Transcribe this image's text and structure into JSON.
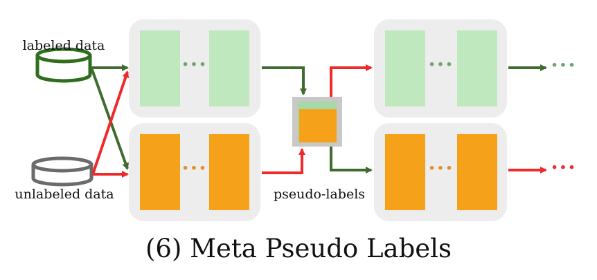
{
  "labels": {
    "labeled_data": "labeled data",
    "unlabeled_data": "unlabeled data",
    "pseudo_labels": "pseudo-labels",
    "ellipsis": "···"
  },
  "caption": "(6) Meta Pseudo Labels",
  "colors": {
    "panel": "#ededed",
    "green_block": "#bfe8bf",
    "orange_block": "#f6a11a",
    "green_arrow": "#3f6b2f",
    "red_arrow": "#ee2a2a",
    "green_dots": "#6aa86a",
    "orange_dots": "#e0902a",
    "red_dots": "#ee2a2a",
    "labeled_db": "#2f6e1e",
    "unlabeled_db": "#6b6b6b",
    "pseudo_gray": "#c8c8c8"
  },
  "icons": {
    "labeled": "database-icon",
    "unlabeled": "database-icon"
  }
}
